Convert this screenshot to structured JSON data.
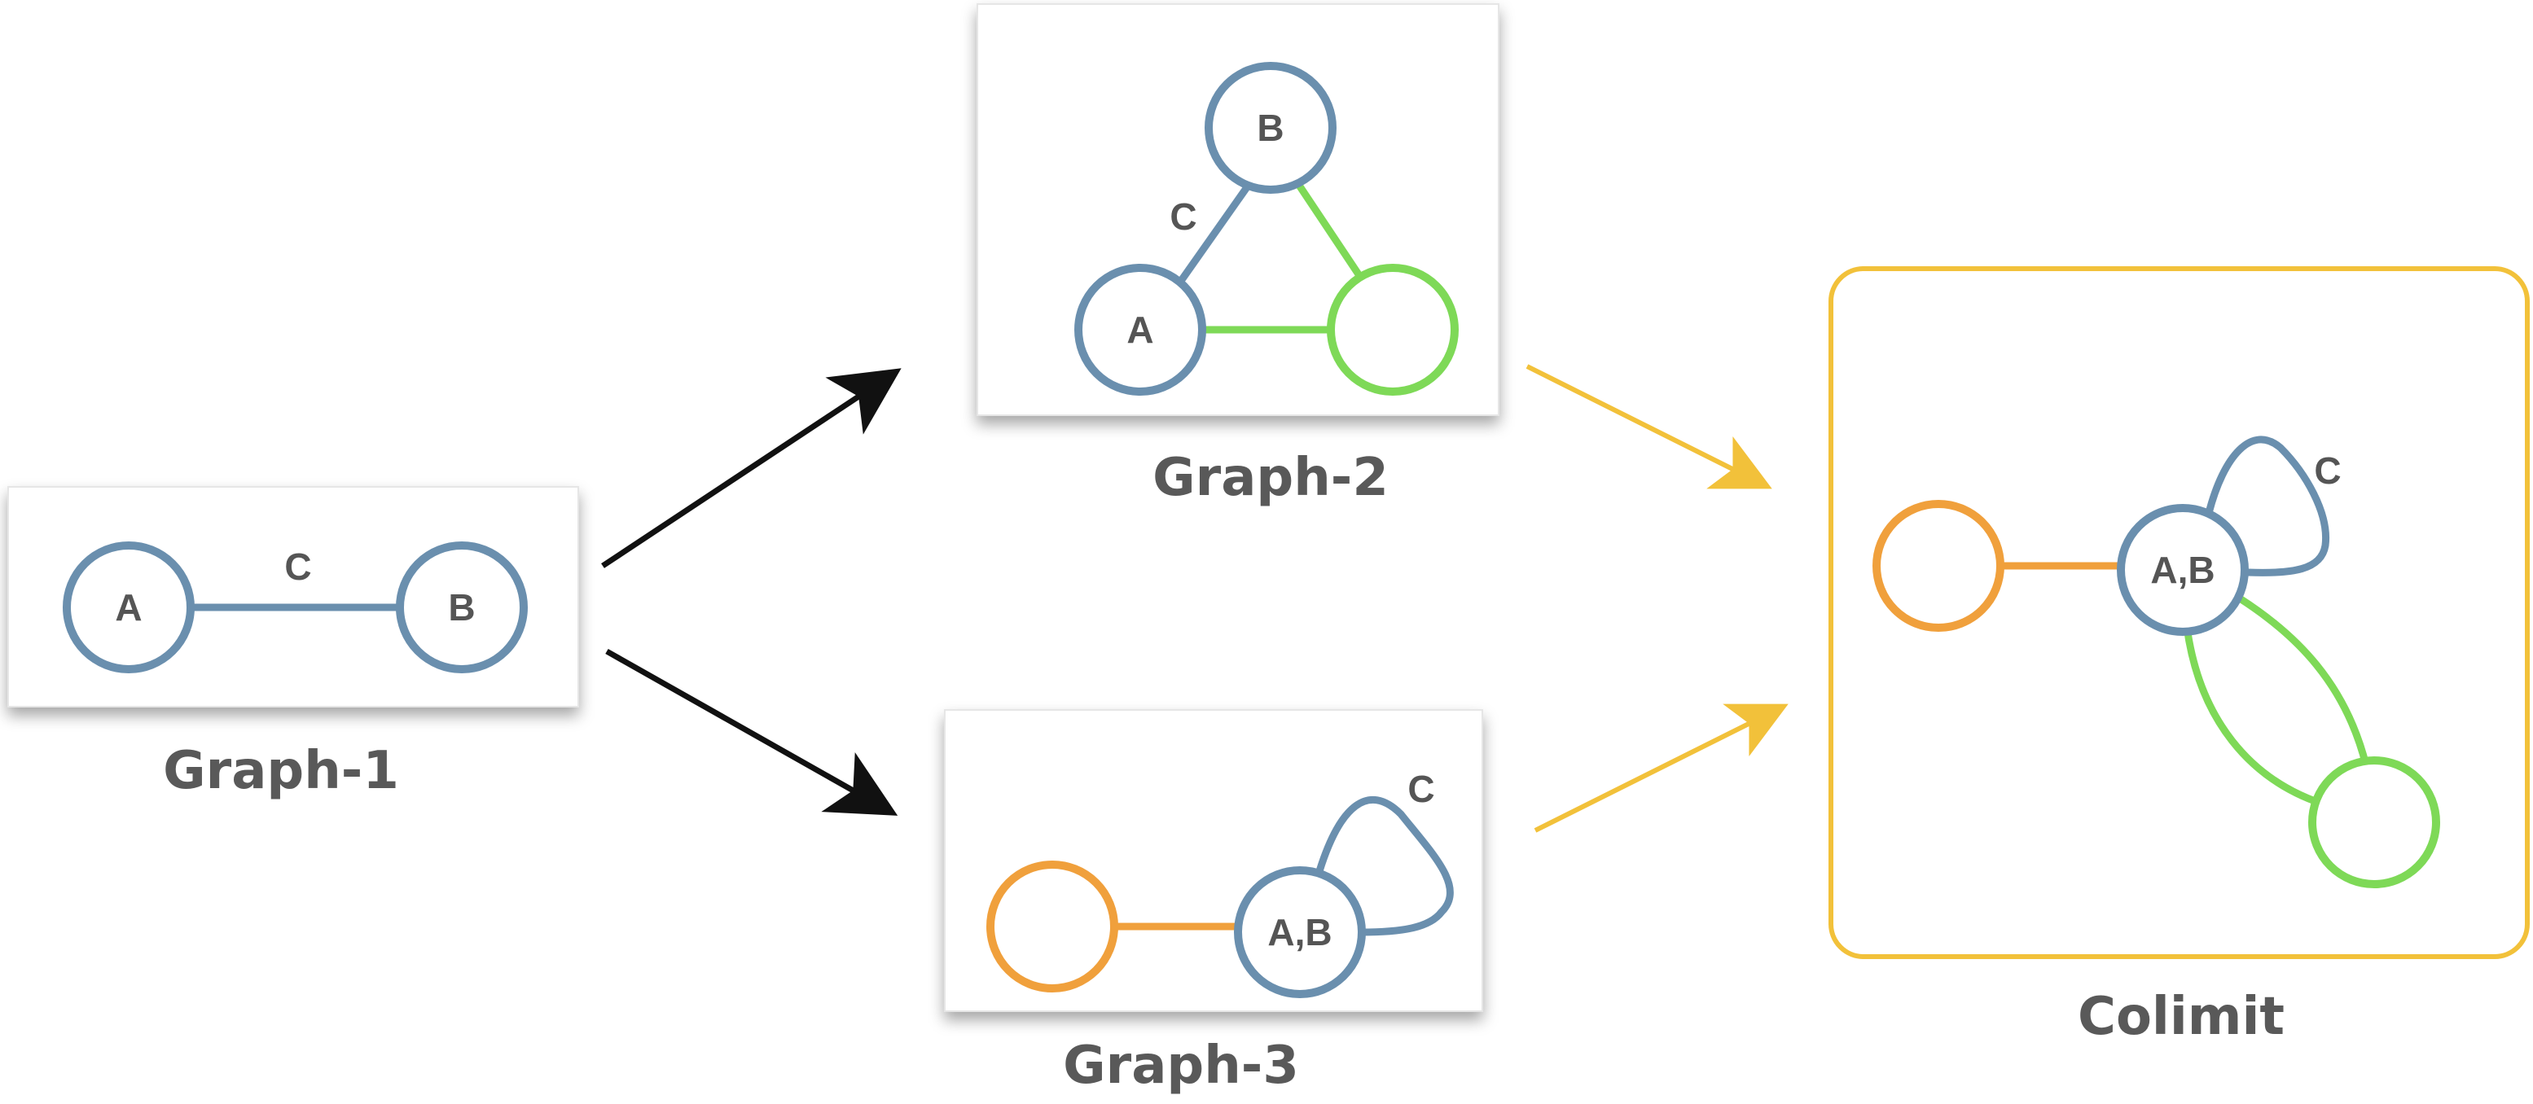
{
  "colors": {
    "blue": "#6a8fae",
    "green": "#7ed957",
    "orange": "#f0a03c",
    "yellow": "#f2c13a",
    "arrow_black": "#111111",
    "text": "#555555",
    "caption": "#595959"
  },
  "diagram": {
    "graph1": {
      "caption": "Graph-1",
      "node_a": "A",
      "node_b": "B",
      "edge_label": "C"
    },
    "graph2": {
      "caption": "Graph-2",
      "node_a": "A",
      "node_b": "B",
      "edge_label": "C"
    },
    "graph3": {
      "caption": "Graph-3",
      "node_ab": "A,B",
      "loop_label": "C"
    },
    "colimit": {
      "caption": "Colimit",
      "node_ab": "A,B",
      "loop_label": "C"
    }
  }
}
